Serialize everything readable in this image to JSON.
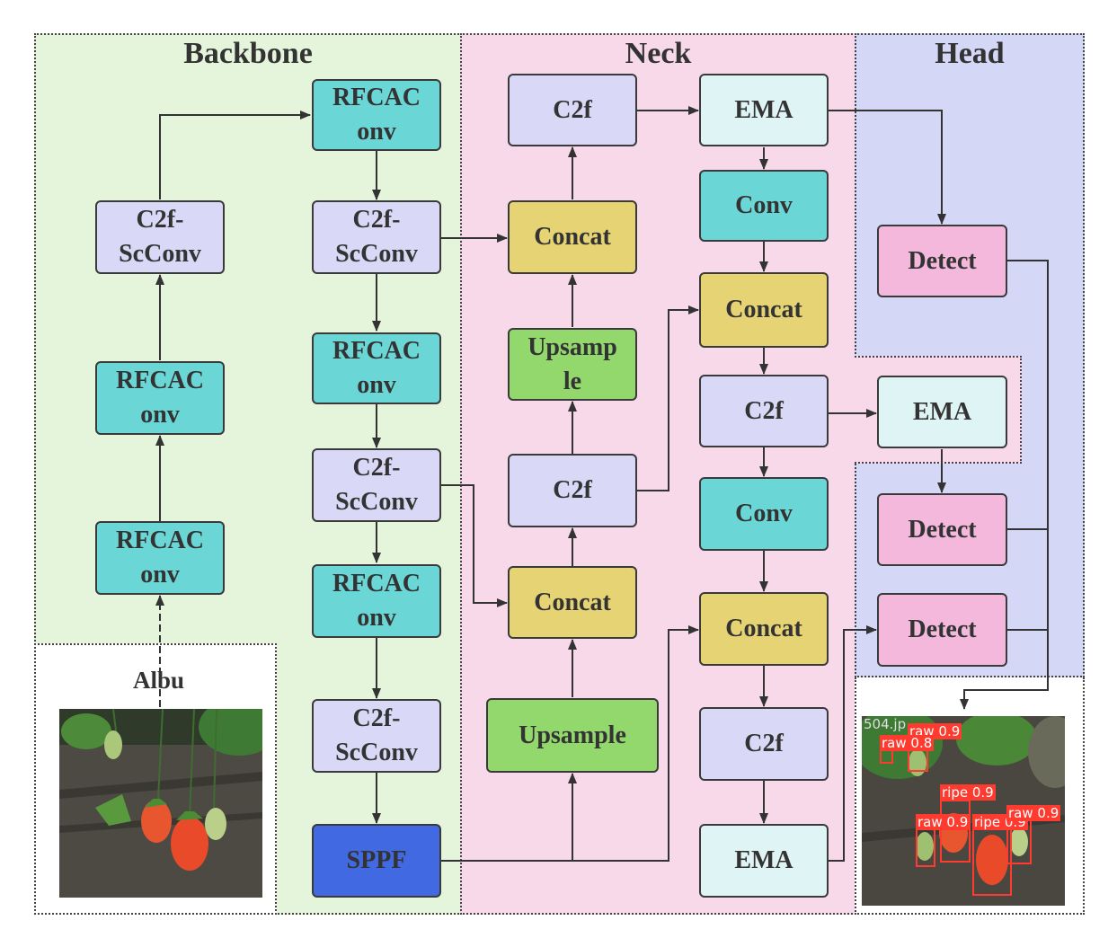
{
  "sections": {
    "backbone": "Backbone",
    "neck": "Neck",
    "head": "Head"
  },
  "input": {
    "label": "Albu"
  },
  "colors": {
    "backbone_bg": "#e5f5dc",
    "neck_bg": "#f7d9ea",
    "head_bg": "#d4d7f6",
    "teal": "#6bd6d6",
    "lavender": "#d9d9f7",
    "light_cyan": "#dff4f4",
    "yellow": "#e6d373",
    "green": "#93d86c",
    "blue": "#4169e1",
    "pink": "#f4b8dc"
  },
  "nodes": {
    "bb_left_rfcaconv_1": "RFCAC\nonv",
    "bb_left_rfcaconv_2": "RFCAC\nonv",
    "bb_left_c2f_scconv": "C2f-\nScConv",
    "bb_rfcaconv_1": "RFCAC\nonv",
    "bb_c2f_scconv_1": "C2f-\nScConv",
    "bb_rfcaconv_2": "RFCAC\nonv",
    "bb_c2f_scconv_2": "C2f-\nScConv",
    "bb_rfcaconv_3": "RFCAC\nonv",
    "bb_c2f_scconv_3": "C2f-\nScConv",
    "bb_sppf": "SPPF",
    "nk_c2f_top": "C2f",
    "nk_concat_top": "Concat",
    "nk_upsample_1": "Upsamp\nle",
    "nk_c2f_mid": "C2f",
    "nk_concat_mid": "Concat",
    "nk_upsample_2": "Upsample",
    "nk_ema_top": "EMA",
    "nk_conv_1": "Conv",
    "nk_concat_r1": "Concat",
    "nk_c2f_r1": "C2f",
    "nk_conv_2": "Conv",
    "nk_concat_r2": "Concat",
    "nk_c2f_r2": "C2f",
    "nk_ema_bottom": "EMA",
    "hd_detect_1": "Detect",
    "hd_ema": "EMA",
    "hd_detect_2": "Detect",
    "hd_detect_3": "Detect"
  },
  "output_image": {
    "filename_fragment": "504.jp",
    "detections": [
      {
        "label": "raw 0.9"
      },
      {
        "label": "raw 0.8"
      },
      {
        "label": "ripe 0.9"
      },
      {
        "label": "raw 0.9"
      },
      {
        "label": "ripe 0.9"
      },
      {
        "label": "raw 0.9"
      }
    ]
  }
}
